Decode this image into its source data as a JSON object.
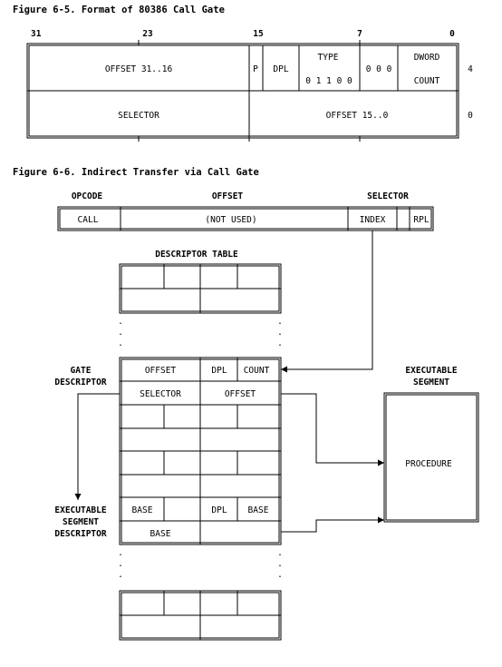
{
  "fig65": {
    "caption": "Figure 6-5.  Format of 80386 Call Gate",
    "bits": {
      "b31": "31",
      "b23": "23",
      "b15": "15",
      "b7": "7",
      "b0": "0"
    },
    "row_labels": {
      "r4": "4",
      "r0": "0"
    },
    "fields": {
      "offset_hi": "OFFSET 31..16",
      "p": "P",
      "dpl": "DPL",
      "type": "TYPE",
      "type_bits": "0 1 1 0 0",
      "zeros": "0 0 0",
      "dword": "DWORD",
      "count": "COUNT",
      "selector": "SELECTOR",
      "offset_lo": "OFFSET 15..0"
    }
  },
  "fig66": {
    "caption": "Figure 6-6.  Indirect Transfer via Call Gate",
    "instr_headers": {
      "opcode": "OPCODE",
      "offset": "OFFSET",
      "selector": "SELECTOR"
    },
    "instr_fields": {
      "call": "CALL",
      "not_used": "(NOT USED)",
      "index": "INDEX",
      "rpl": "RPL"
    },
    "descriptor_table_title": "DESCRIPTOR TABLE",
    "gate_descriptor_label": [
      "GATE",
      "DESCRIPTOR"
    ],
    "gate_fields": {
      "offset_a": "OFFSET",
      "dpl": "DPL",
      "count": "COUNT",
      "selector": "SELECTOR",
      "offset_b": "OFFSET"
    },
    "exec_desc_label": [
      "EXECUTABLE",
      "SEGMENT",
      "DESCRIPTOR"
    ],
    "exec_desc_fields": {
      "base_a": "BASE",
      "dpl": "DPL",
      "base_b": "BASE",
      "base_c": "BASE"
    },
    "exec_segment_label": [
      "EXECUTABLE",
      "SEGMENT"
    ],
    "procedure": "PROCEDURE",
    "ellipsis_dot": "."
  }
}
